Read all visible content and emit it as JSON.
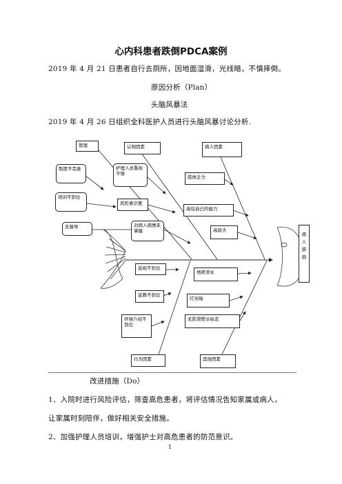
{
  "doc": {
    "title": "心内科患者跌倒PDCA案例",
    "line1": "2019 年 4 月 21 日患者自行去厕所，因地面湿滑，光线暗，不慎摔倒。",
    "line2": "原因分析（Plan）",
    "line3": "头脑风暴法",
    "line4": "2019 年 4 月 26 日组织全科医护人员进行头脑风暴讨论分析.",
    "do_title": "改进措施（Do）",
    "item1a": "1、入院时进行风险评估，筛查高危患者，将评估情况告知家属或病人，",
    "item1b": "让家属时刻陪伴，做好相关安全措施。",
    "item2": "2、加强护理人员培训，增强护士对高危患者的防范意识。",
    "page_no": "1"
  },
  "diagram": {
    "head": "病人跌倒",
    "boxes": {
      "mgmt": "管理",
      "zhidu": "制度不完善",
      "peixun": "培训不到位",
      "wuduchu": "无督导",
      "renzhi": "认知因素",
      "huli": "护理人员重视不够",
      "fengxian": "风险意识差",
      "duibingren": "对病人病情未掌握",
      "bingren": "病人因素",
      "zhiti": "肢体乏力",
      "gaogu": "高估自己的能力",
      "gaoling": "高龄大",
      "xunshi": "巡视不到位",
      "xuanjiao": "宣教不到位",
      "huanjing": "环境介绍不到位",
      "xingwei": "行为因素",
      "dimian": "地砖渗水",
      "dengguang": "灯光暗",
      "wufanghua": "无防滑警示标志",
      "qita": "其他因素"
    }
  }
}
